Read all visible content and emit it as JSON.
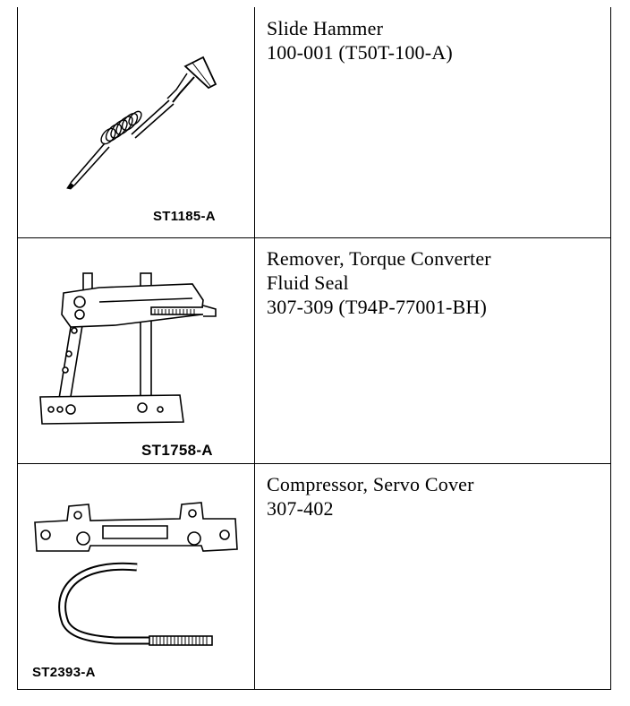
{
  "rows": [
    {
      "image_code": "ST1185-A",
      "lines": [
        "Slide Hammer",
        "100-001 (T50T-100-A)"
      ],
      "illustration": "slide-hammer-icon"
    },
    {
      "image_code": "ST1758-A",
      "lines": [
        "Remover, Torque Converter",
        "Fluid Seal",
        "307-309 (T94P-77001-BH)"
      ],
      "illustration": "seal-remover-icon"
    },
    {
      "image_code": "ST2393-A",
      "lines": [
        "Compressor, Servo Cover",
        "307-402"
      ],
      "illustration": "servo-compressor-icon"
    }
  ]
}
